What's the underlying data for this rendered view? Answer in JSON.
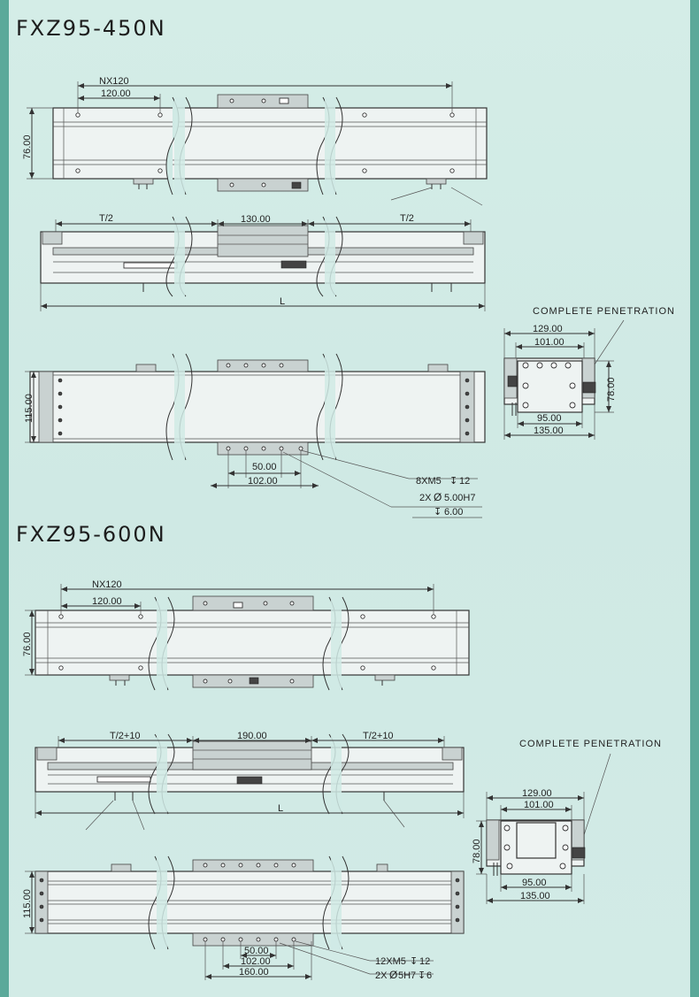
{
  "section1": {
    "title": "FXZ95-450N",
    "top": {
      "nx": "NX120",
      "pitch": "120.00",
      "height": "76.00"
    },
    "side": {
      "left_half": "T/2",
      "slider": "130.00",
      "right_half": "T/2",
      "length": "L"
    },
    "bottom": {
      "height": "115.00",
      "d50": "50.00",
      "d102": "102.00"
    },
    "callouts": {
      "holes": "8XM5",
      "holes_depth": "12",
      "pin": "2X",
      "pin_size": "5.00H7",
      "pin_depth": "6.00"
    },
    "end": {
      "label": "COMPLETE PENETRATION",
      "w129": "129.00",
      "w101": "101.00",
      "h78": "78.00",
      "w95": "95.00",
      "w135": "135.00"
    }
  },
  "section2": {
    "title": "FXZ95-600N",
    "top": {
      "nx": "NX120",
      "pitch": "120.00",
      "height": "76.00"
    },
    "side": {
      "left_half": "T/2+10",
      "slider": "190.00",
      "right_half": "T/2+10",
      "length": "L"
    },
    "bottom": {
      "height": "115.00",
      "d50": "50.00",
      "d102": "102.00",
      "d160": "160.00"
    },
    "callouts": {
      "holes": "12XM5",
      "holes_depth": "12",
      "pin": "2X",
      "pin_size": "5H7",
      "pin_depth": "6"
    },
    "end": {
      "label": "COMPLETE PENETRATION",
      "w129": "129.00",
      "w101": "101.00",
      "h78": "78.00",
      "w95": "95.00",
      "w135": "135.00"
    }
  },
  "symbols": {
    "depth": "↧",
    "diameter": "Ø"
  }
}
